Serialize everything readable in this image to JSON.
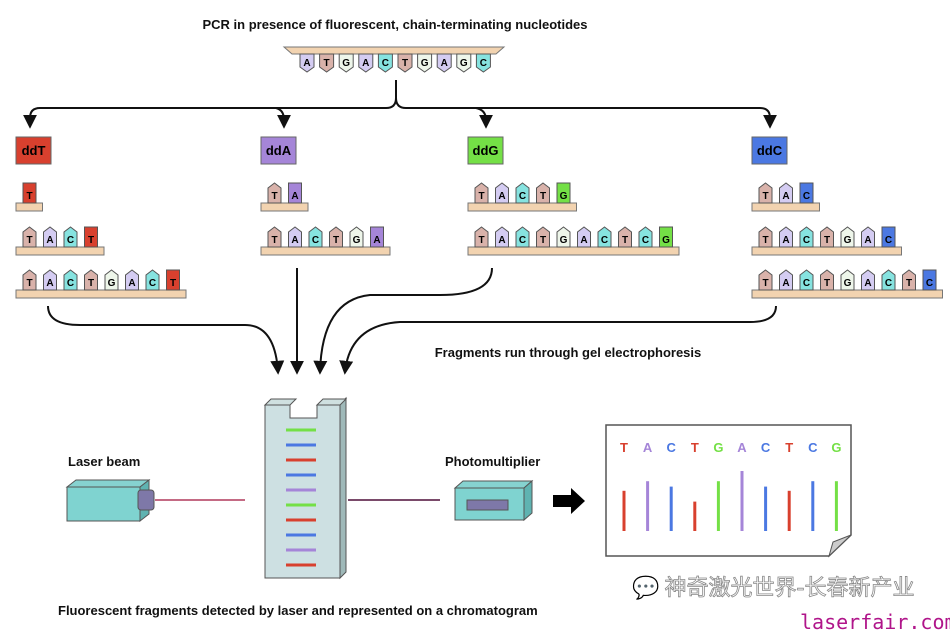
{
  "title": "PCR in presence of fluorescent, chain-terminating nucleotides",
  "template_strand": [
    "A",
    "T",
    "G",
    "A",
    "C",
    "T",
    "G",
    "A",
    "G",
    "C"
  ],
  "base_colors": {
    "T": "#d9b2aa",
    "A": "#d4ccf2",
    "C": "#86e3e0",
    "G": "#eef6ea"
  },
  "terminator_colors": {
    "T": "#d8402e",
    "A": "#a585d8",
    "G": "#74e046",
    "C": "#4b78e2"
  },
  "reactions": [
    {
      "label": "ddT",
      "base": "T",
      "fragments": [
        [
          "T"
        ],
        [
          "T",
          "A",
          "C",
          "T"
        ],
        [
          "T",
          "A",
          "C",
          "T",
          "G",
          "A",
          "C",
          "T"
        ]
      ]
    },
    {
      "label": "ddA",
      "base": "A",
      "fragments": [
        [
          "T",
          "A"
        ],
        [
          "T",
          "A",
          "C",
          "T",
          "G",
          "A"
        ]
      ]
    },
    {
      "label": "ddG",
      "base": "G",
      "fragments": [
        [
          "T",
          "A",
          "C",
          "T",
          "G"
        ],
        [
          "T",
          "A",
          "C",
          "T",
          "G",
          "A",
          "C",
          "T",
          "C",
          "G"
        ]
      ]
    },
    {
      "label": "ddC",
      "base": "C",
      "fragments": [
        [
          "T",
          "A",
          "C"
        ],
        [
          "T",
          "A",
          "C",
          "T",
          "G",
          "A",
          "C"
        ],
        [
          "T",
          "A",
          "C",
          "T",
          "G",
          "A",
          "C",
          "T",
          "C"
        ]
      ]
    }
  ],
  "gel_caption": "Fragments run through gel electrophoresis",
  "gel_bands": [
    "G",
    "C",
    "T",
    "C",
    "A",
    "G",
    "T",
    "C",
    "A",
    "T"
  ],
  "laser_label": "Laser beam",
  "detector_label": "Photomultiplier",
  "chromatogram": {
    "sequence": [
      "T",
      "A",
      "C",
      "T",
      "G",
      "A",
      "C",
      "T",
      "C",
      "G"
    ],
    "peak_heights": [
      0.67,
      0.83,
      0.74,
      0.49,
      0.83,
      1.0,
      0.74,
      0.67,
      0.83,
      0.83
    ]
  },
  "bottom_caption": "Fluorescent fragments detected by laser and represented on a chromatogram",
  "watermark": {
    "chinese": "神奇激光世界-长春新产业",
    "site": "laserfair.com",
    "site_color": "#b0158a"
  }
}
